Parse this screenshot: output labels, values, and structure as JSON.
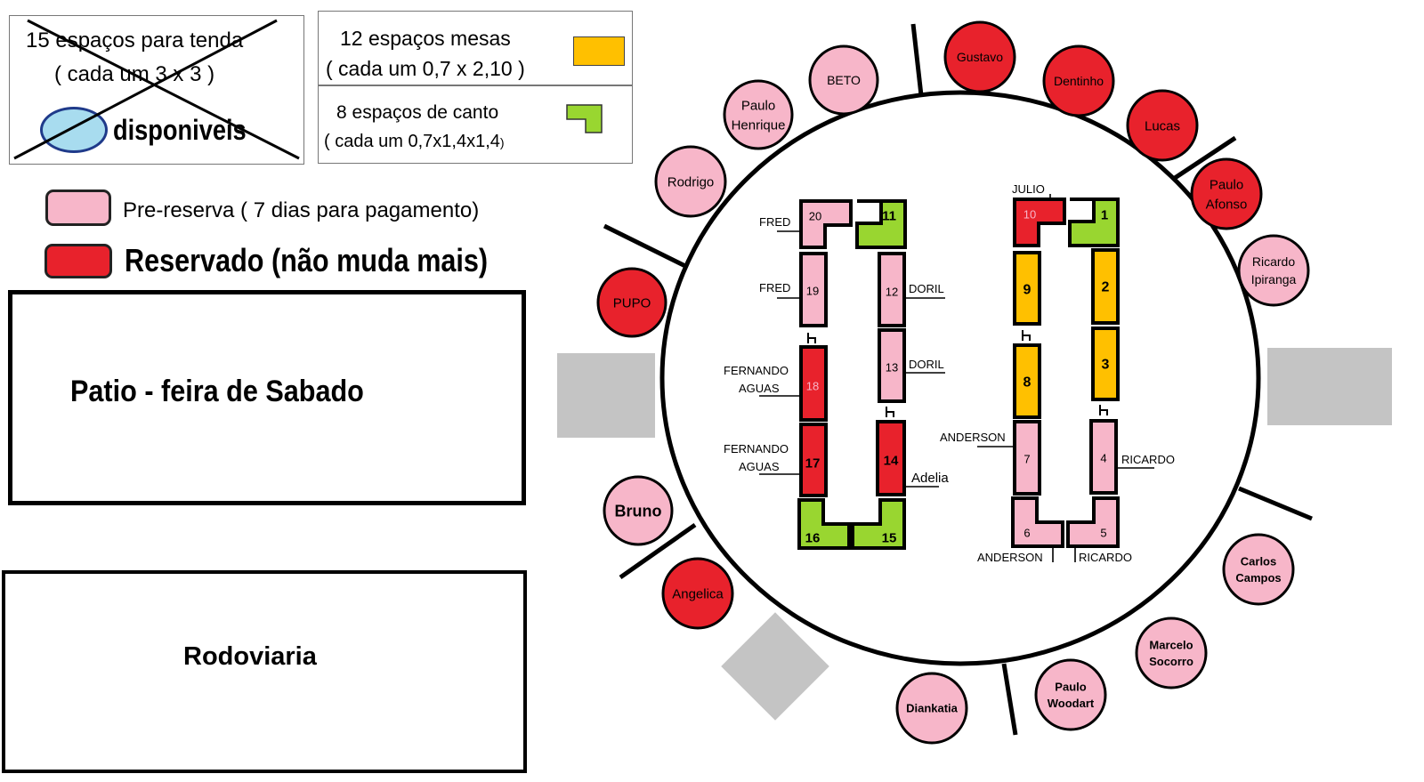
{
  "legend": {
    "tent_box": {
      "line1": "15 espaços para tenda",
      "line2": "( cada um 3 x 3 )",
      "line3": "disponiveis"
    },
    "tables_box": {
      "line1": "12 espaços mesas",
      "line2": "( cada um 0,7 x 2,10 )",
      "color": "#ffc000"
    },
    "corner_box": {
      "line1": "8 espaços de canto",
      "line2": "( cada um 0,7x1,4x1,4",
      "line2_end": ")",
      "color": "#99d630"
    },
    "pre_reserve": {
      "label": "Pre-reserva  ( 7 dias para pagamento)",
      "color": "#f7b6c9"
    },
    "reserved": {
      "label": "Reservado (não muda mais)",
      "color": "#e8222c"
    }
  },
  "areas": {
    "patio": "Patio - feira de Sabado",
    "rodoviaria": "Rodoviaria"
  },
  "colors": {
    "pink": "#f7b6c9",
    "red": "#e8222c",
    "yellow": "#ffc000",
    "green": "#99d630",
    "gray": "#c4c4c4",
    "blue": "#a8dcef"
  },
  "tents": [
    {
      "name": "Gustavo",
      "status": "reserved"
    },
    {
      "name": "Dentinho",
      "status": "reserved"
    },
    {
      "name": "Lucas",
      "status": "reserved"
    },
    {
      "name": "Paulo Afonso",
      "status": "reserved"
    },
    {
      "name": "Ricardo Ipiranga",
      "status": "pre-reserve"
    },
    {
      "name": "Carlos Campos",
      "status": "pre-reserve"
    },
    {
      "name": "Marcelo Socorro",
      "status": "pre-reserve"
    },
    {
      "name": "Paulo Woodart",
      "status": "pre-reserve"
    },
    {
      "name": "Diankatia",
      "status": "pre-reserve"
    },
    {
      "name": "Angelica",
      "status": "reserved"
    },
    {
      "name": "Bruno",
      "status": "pre-reserve"
    },
    {
      "name": "PUPO",
      "status": "reserved"
    },
    {
      "name": "Rodrigo",
      "status": "pre-reserve"
    },
    {
      "name": "Paulo Henrique",
      "status": "pre-reserve"
    },
    {
      "name": "BETO",
      "status": "pre-reserve"
    }
  ],
  "spots": [
    {
      "id": "1",
      "type": "corner",
      "status": "available"
    },
    {
      "id": "2",
      "type": "table",
      "status": "available"
    },
    {
      "id": "3",
      "type": "table",
      "status": "available"
    },
    {
      "id": "4",
      "type": "table",
      "status": "pre-reserve"
    },
    {
      "id": "5",
      "type": "corner",
      "status": "pre-reserve"
    },
    {
      "id": "6",
      "type": "corner",
      "status": "pre-reserve"
    },
    {
      "id": "7",
      "type": "table",
      "status": "pre-reserve"
    },
    {
      "id": "8",
      "type": "table",
      "status": "available"
    },
    {
      "id": "9",
      "type": "table",
      "status": "available"
    },
    {
      "id": "10",
      "type": "corner",
      "status": "reserved"
    },
    {
      "id": "11",
      "type": "corner",
      "status": "available"
    },
    {
      "id": "12",
      "type": "table",
      "status": "pre-reserve"
    },
    {
      "id": "13",
      "type": "table",
      "status": "pre-reserve"
    },
    {
      "id": "14",
      "type": "table",
      "status": "reserved"
    },
    {
      "id": "15",
      "type": "corner",
      "status": "available"
    },
    {
      "id": "16",
      "type": "corner",
      "status": "available"
    },
    {
      "id": "17",
      "type": "table",
      "status": "reserved"
    },
    {
      "id": "18",
      "type": "table",
      "status": "reserved"
    },
    {
      "id": "19",
      "type": "table",
      "status": "pre-reserve"
    },
    {
      "id": "20",
      "type": "corner",
      "status": "pre-reserve"
    }
  ],
  "spot_labels": {
    "julio": "JULIO",
    "fred_a": "FRED",
    "fred_b": "FRED",
    "doril_a": "DORIL",
    "doril_b": "DORIL",
    "fernando_a_1": "FERNANDO",
    "fernando_a_2": "AGUAS",
    "fernando_b_1": "FERNANDO",
    "fernando_b_2": "AGUAS",
    "adelia": "Adelia",
    "anderson_a": "ANDERSON",
    "anderson_b": "ANDERSON",
    "ricardo_a": "RICARDO",
    "ricardo_b": "RICARDO"
  }
}
